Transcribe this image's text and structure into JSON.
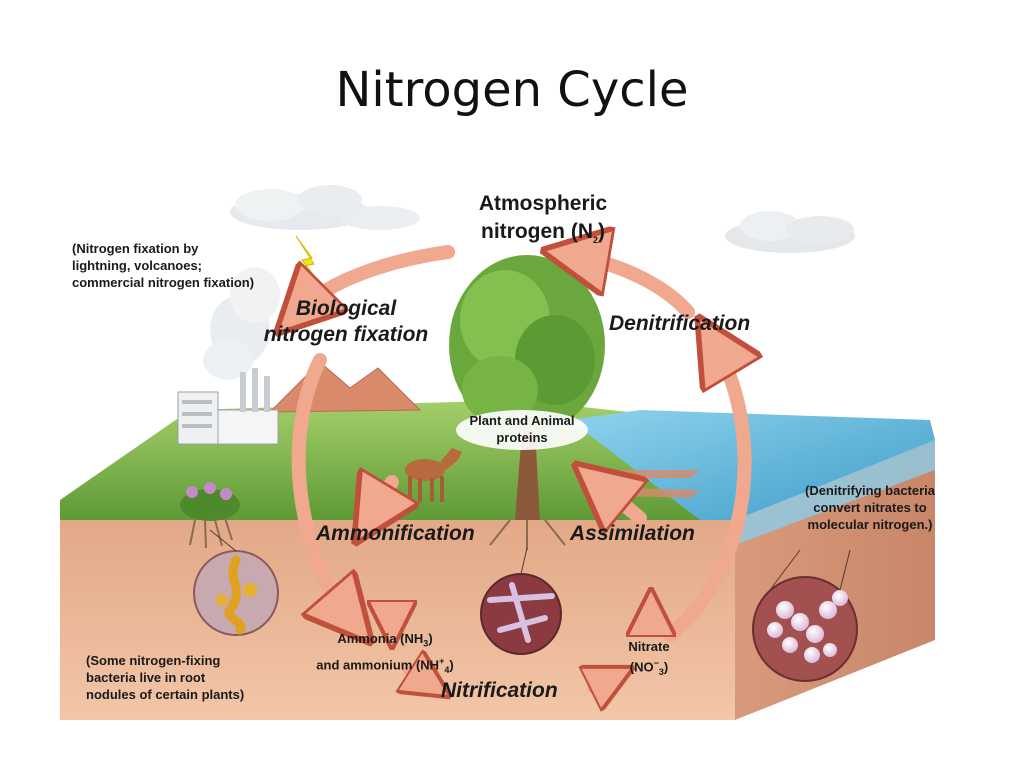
{
  "title": "Nitrogen Cycle",
  "labels": {
    "atmospheric_line1": "Atmospheric",
    "atmospheric_line2": "nitrogen (N",
    "atmospheric_sub": "2",
    "atmospheric_end": ")",
    "fixation_note_line1": "(Nitrogen fixation by",
    "fixation_note_line2": "lightning, volcanoes;",
    "fixation_note_line3": "commercial nitrogen fixation)",
    "biological_line1": "Biological",
    "biological_line2": "nitrogen fixation",
    "denitrification": "Denitrification",
    "plant_animal_line1": "Plant and Animal",
    "plant_animal_line2": "proteins",
    "ammonification": "Ammonification",
    "assimilation": "Assimilation",
    "denitrifying_note_line1": "(Denitrifying bacteria",
    "denitrifying_note_line2": "convert nitrates to",
    "denitrifying_note_line3": "molecular nitrogen.)",
    "ammonia_line1_a": "Ammonia (NH",
    "ammonia_sub": "3",
    "ammonia_line1_b": ")",
    "ammonium_a": "and ammonium (NH",
    "ammonium_sup": "+",
    "ammonium_sub": "4",
    "ammonium_b": ")",
    "nitrate_line1": "Nitrate",
    "nitrate_a": "(NO",
    "nitrate_sup": "−",
    "nitrate_sub": "3",
    "nitrate_b": ")",
    "nitrification": "Nitrification",
    "root_note_line1": "(Some nitrogen-fixing",
    "root_note_line2": "bacteria live in root",
    "root_note_line3": "nodules of certain plants)"
  },
  "colors": {
    "soil": "#e8b08c",
    "soil_dark": "#d8977a",
    "grass": "#7fb84a",
    "water": "#5fb6d8",
    "arrow": "#f0a88e",
    "arrow_edge": "#c0503c"
  }
}
